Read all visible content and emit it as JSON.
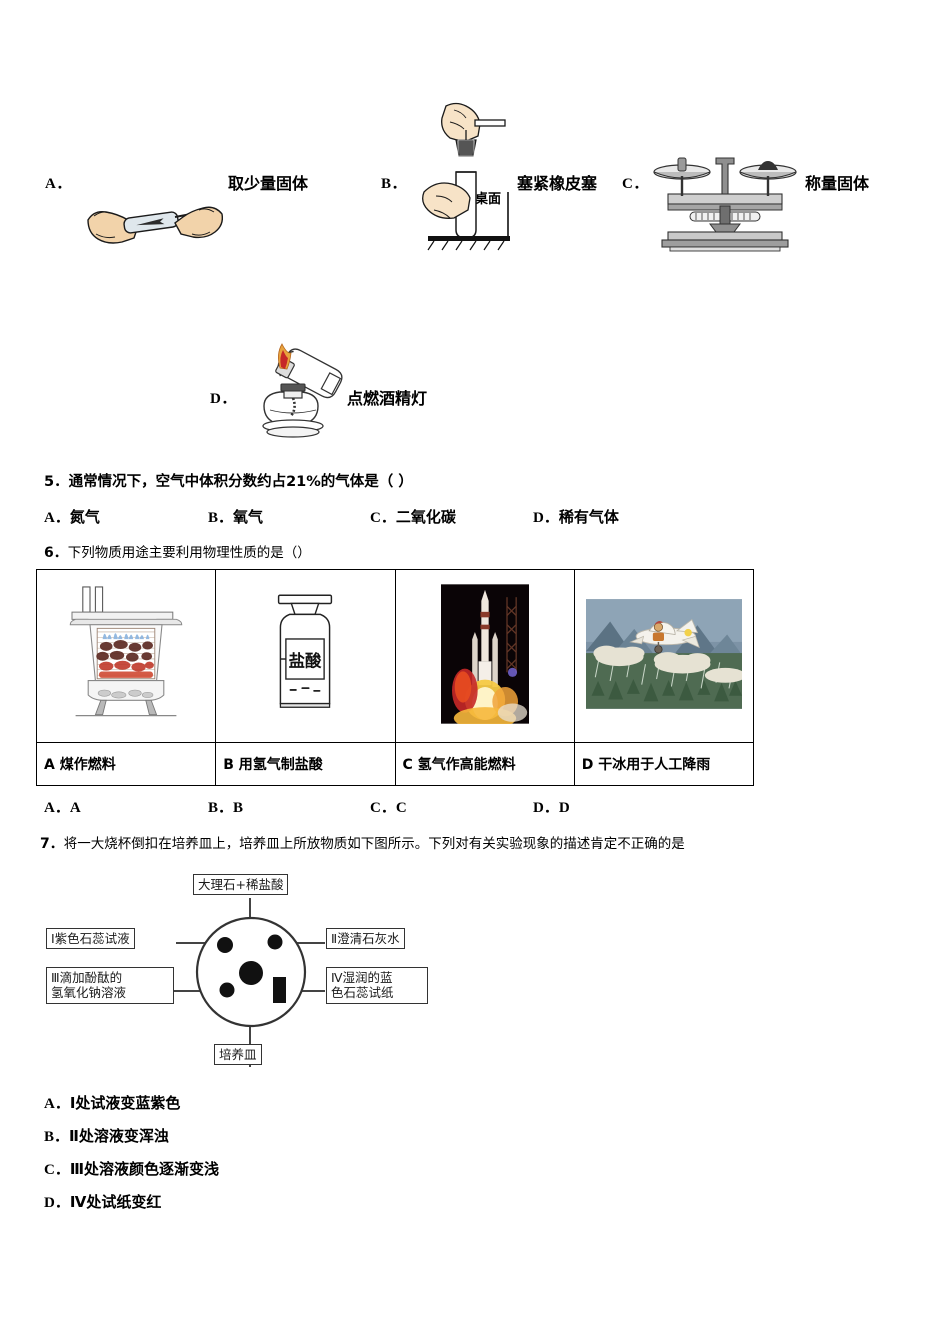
{
  "document": {
    "type": "chemistry-exam-paper-page",
    "language": "zh-CN"
  },
  "question4": {
    "options": [
      {
        "letter": "A．",
        "caption": "取少量固体",
        "figure": "hands-holding-test-tube-with-spatula"
      },
      {
        "letter": "B．",
        "caption": "塞紧橡皮塞",
        "figure": "hand-pressing-rubber-stopper-into-test-tube",
        "extra_label": "桌面"
      },
      {
        "letter": "C．",
        "caption": "称量固体",
        "figure": "balance-scale-weighing-solid"
      },
      {
        "letter": "D．",
        "caption": "点燃酒精灯",
        "figure": "lighting-alcohol-lamp-with-another-lamp"
      }
    ]
  },
  "question5": {
    "number": "5．",
    "stem": "通常情况下，空气中体积分数约占21%的气体是（      ）",
    "options": [
      {
        "label": "A．",
        "text": "氮气"
      },
      {
        "label": "B．",
        "text": "氧气"
      },
      {
        "label": "C．",
        "text": "二氧化碳"
      },
      {
        "label": "D．",
        "text": "稀有气体"
      }
    ]
  },
  "question6": {
    "number": "6．",
    "stem": "下列物质用途主要利用物理性质的是（）",
    "table": {
      "images": [
        "coal-stove-burning",
        "hydrochloric-acid-reagent-bottle",
        "rocket-launch-night",
        "cloud-seeding-airplane-artificial-rain"
      ],
      "bottle_label": "盐酸",
      "captions": [
        "A 煤作燃料",
        "B 用氢气制盐酸",
        "C 氢气作高能燃料",
        "D 干冰用于人工降雨"
      ]
    },
    "answers": [
      "A．A",
      "B．B",
      "C．C",
      "D．D"
    ]
  },
  "question7": {
    "number": "7．",
    "stem": "将一大烧杯倒扣在培养皿上，培养皿上所放物质如下图所示。下列对有关实验现象的描述肯定不正确的是",
    "diagram": {
      "top_label": "大理石+稀盐酸",
      "left_top_label": "Ⅰ紫色石蕊试液",
      "right_top_label": "Ⅱ澄清石灰水",
      "left_bottom_label": "Ⅲ滴加酚酞的\n氢氧化钠溶液",
      "left_bottom_label_line1": "Ⅲ滴加酚酞的",
      "left_bottom_label_line2": "氢氧化钠溶液",
      "right_bottom_label_line1": "Ⅳ湿润的蓝",
      "right_bottom_label_line2": "色石蕊试纸",
      "bottom_label": "培养皿"
    },
    "options": [
      {
        "label": "A．",
        "text": "Ⅰ处试液变蓝紫色"
      },
      {
        "label": "B．",
        "text": "Ⅱ处溶液变浑浊"
      },
      {
        "label": "C．",
        "text": "Ⅲ处溶液颜色逐渐变浅"
      },
      {
        "label": "D．",
        "text": "Ⅳ处试纸变红"
      }
    ]
  },
  "colors": {
    "ink": "#000000",
    "page": "#ffffff",
    "flame_outer": "#e8a33d",
    "flame_inner": "#c62828",
    "skin": "#f2d3aa",
    "coal_red": "#b5342a",
    "sky_blue": "#6f93ad",
    "grass_green": "#4f7b52"
  }
}
